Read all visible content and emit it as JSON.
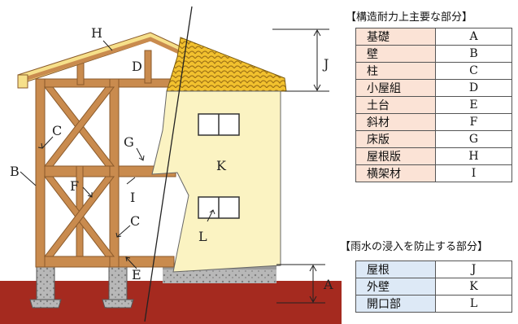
{
  "diagram_labels": {
    "H": "H",
    "D": "D",
    "C_upper": "C",
    "G": "G",
    "B": "B",
    "I": "I",
    "F": "F",
    "C_lower": "C",
    "E": "E",
    "K": "K",
    "L": "L",
    "J": "J",
    "A": "A"
  },
  "structural_table": {
    "title": "【構造耐力上主要な部分】",
    "rows": [
      {
        "name": "基礎",
        "code": "A"
      },
      {
        "name": "壁",
        "code": "B"
      },
      {
        "name": "柱",
        "code": "C"
      },
      {
        "name": "小屋組",
        "code": "D"
      },
      {
        "name": "土台",
        "code": "E"
      },
      {
        "name": "斜材",
        "code": "F"
      },
      {
        "name": "床版",
        "code": "G"
      },
      {
        "name": "屋根版",
        "code": "H"
      },
      {
        "name": "横架材",
        "code": "I"
      }
    ]
  },
  "rain_table": {
    "title": "【雨水の浸入を防止する部分】",
    "rows": [
      {
        "name": "屋根",
        "code": "J"
      },
      {
        "name": "外壁",
        "code": "K"
      },
      {
        "name": "開口部",
        "code": "L"
      }
    ]
  },
  "colors": {
    "wood": "#c98b4e",
    "wood_dark": "#8a5a2b",
    "ground": "#a52a1f",
    "wall": "#fbf3c2",
    "roof_tile": "#f2c12e",
    "structural_header": "#fbe3d6",
    "rain_header": "#dde9f6"
  }
}
